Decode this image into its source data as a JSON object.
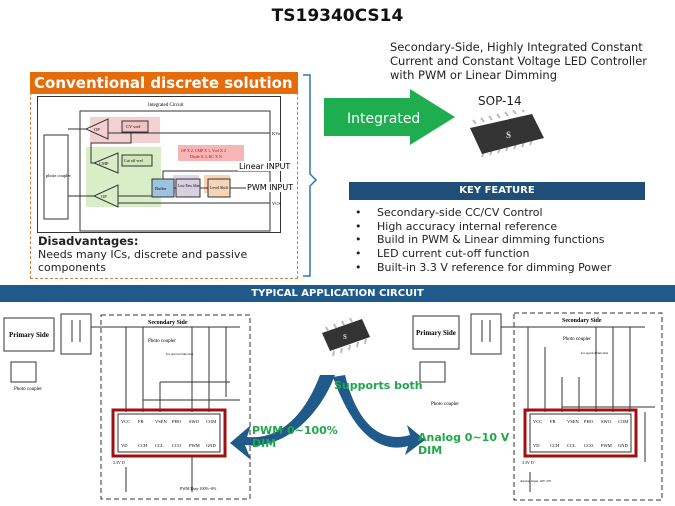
{
  "title": "TS19340CS14",
  "conventional": {
    "header": "Conventional discrete solution",
    "diagram": {
      "outer_label": "Integrated Circuit",
      "photo_coupler": "photo coupler",
      "op_top": "OP",
      "cmp": "CMP",
      "op_bottom": "OP",
      "cv_vref": "CV vref",
      "cutoff_vref": "Cut off vref",
      "buffer": "Buffer",
      "low_pass": "Low Pass filter",
      "level_shift": "Level Shift",
      "parts_note_1": "OP X 2, CMP X 1, Vref X 2",
      "parts_note_2": "Diode X 3, RC X N",
      "pin_kvo": "KVo",
      "pin_linear": "Linear INPUT",
      "pin_pwm": "PWM INPUT",
      "pin_vcs": "VCS"
    },
    "disadvantages_title": "Disadvantages:",
    "disadvantages_text": "Needs many ICs, discrete and passive components"
  },
  "integrated_arrow_label": "Integrated",
  "subtitle": "Secondary-Side, Highly Integrated Constant Current and Constant Voltage LED Controller with PWM or Linear Dimming",
  "package_label": "SOP-14",
  "key_feature": {
    "header": "KEY FEATURE",
    "items": [
      "Secondary-side CC/CV Control",
      "High accuracy internal reference",
      "Build in PWM & Linear dimming functions",
      "LED current cut-off function",
      "Built-in 3.3 V reference for dimming Power"
    ]
  },
  "typical_header": "TYPICAL APPLICATION CIRCUIT",
  "supports_both": "Supports both",
  "pwm_label_1": "PWM 0~100%",
  "pwm_label_2": "DIM",
  "analog_label_1": "Analog 0~10 V",
  "analog_label_2": "DIM",
  "circuit": {
    "primary_side": "Primary Side",
    "secondary_side": "Secondary Side",
    "photo_coupler": "Photo coupler",
    "special_function": "for special function",
    "pins_top": [
      "VCC",
      "FB",
      "VSEN",
      "PHO",
      "SWO",
      "COM"
    ],
    "pins_bottom": [
      "VD",
      "CCH",
      "CCL",
      "CCO",
      "PWM",
      "GND"
    ],
    "v33": "3.3V D",
    "pwm_duty": "PWM Duty 100%~0%",
    "analog_input": "Analog input 10V~0V"
  },
  "colors": {
    "orange": "#e46c0a",
    "navy": "#1f4e79",
    "green": "#1fa84a",
    "dark_red": "#a01010",
    "arrow_blue": "#1f5a8a"
  }
}
